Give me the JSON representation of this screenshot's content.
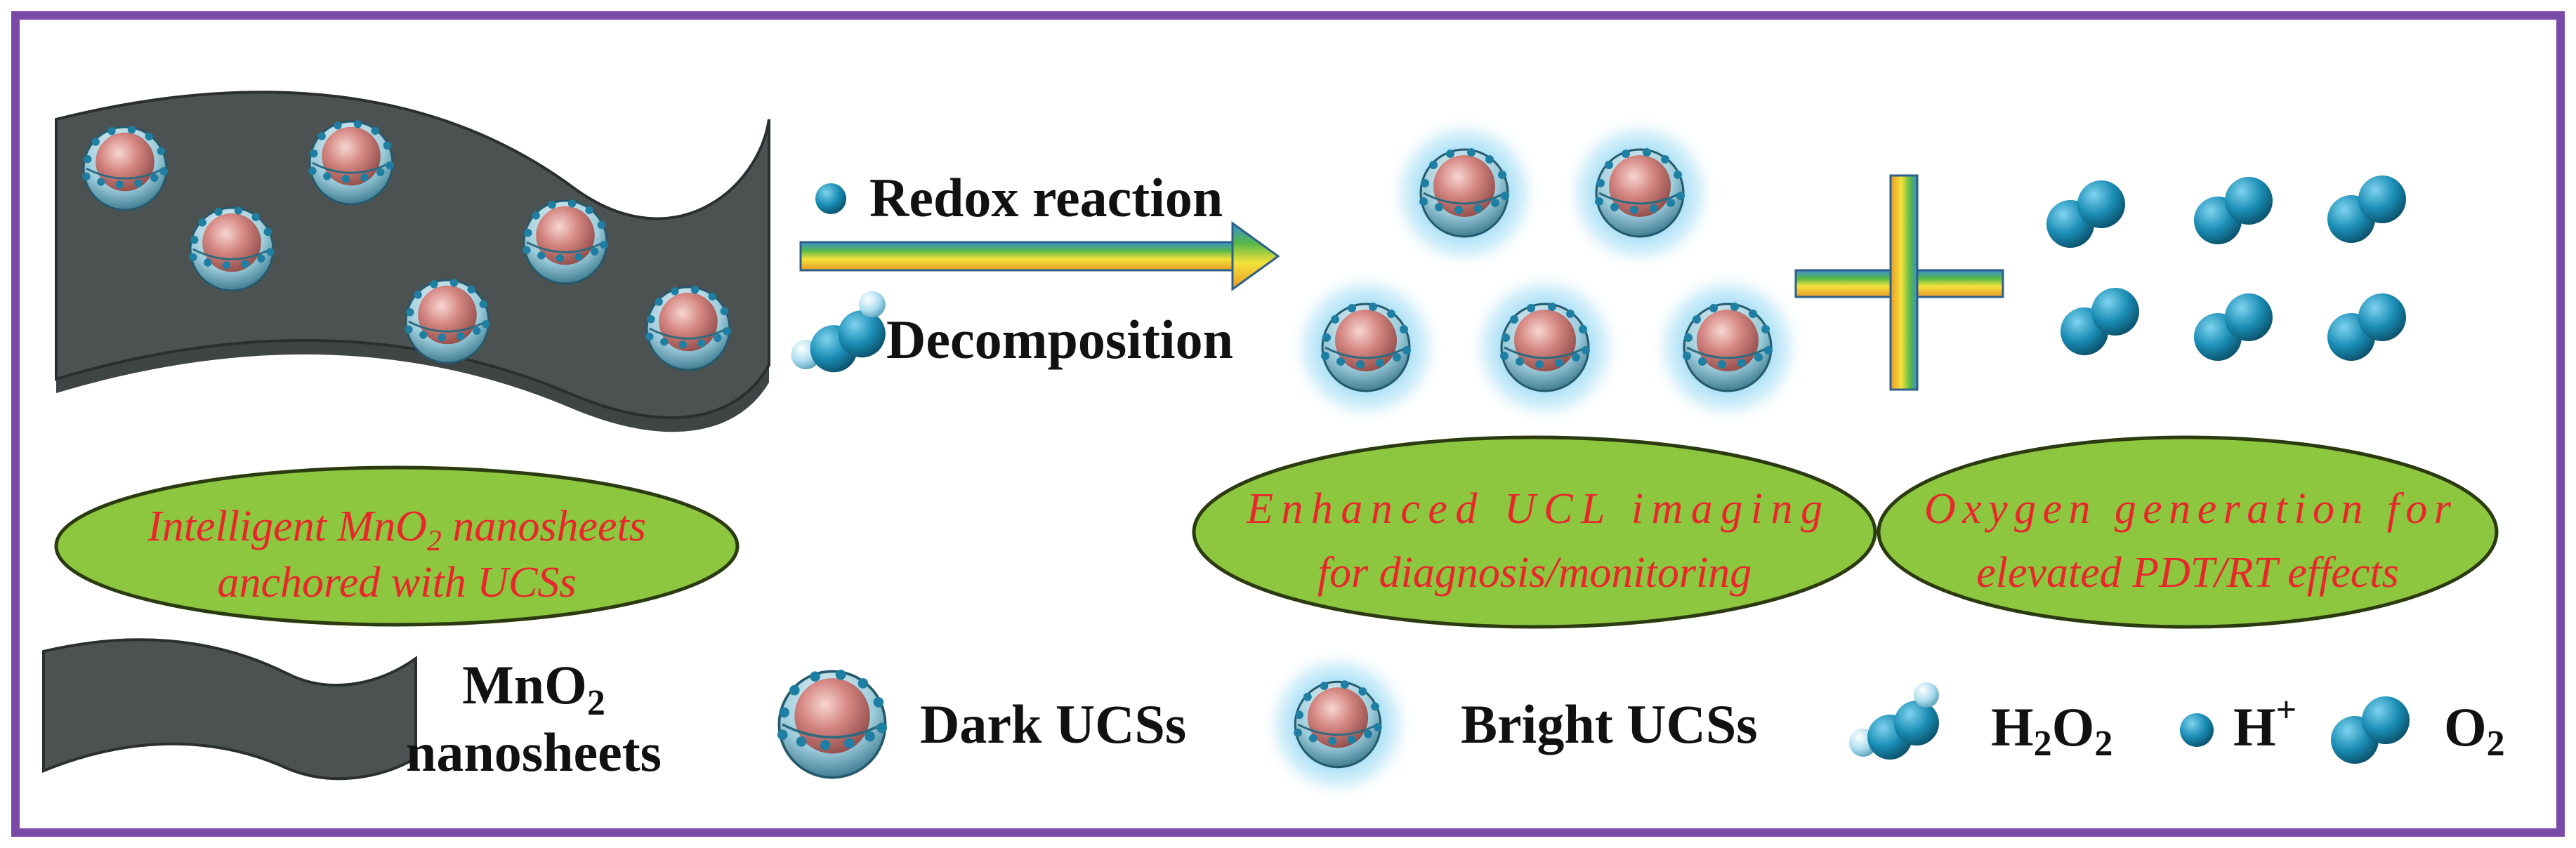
{
  "frame_color": "#7a4aa8",
  "colors": {
    "nanosheet": "#4a4f4f",
    "core": "#c97a76",
    "shell": "#8fc5d6",
    "dot": "#1f7fa3",
    "molecule": "#1a86ad",
    "ellipse_fill": "#8dc63f",
    "ellipse_text": "#e8262c"
  },
  "process": {
    "redox_label": "Redox reaction",
    "decomposition_label": "Decomposition"
  },
  "ellipses": {
    "left": {
      "line1": "Intelligent MnO",
      "sub": "2",
      "line1_rest": " nanosheets",
      "line2": "anchored with UCSs"
    },
    "middle": {
      "line1": "Enhanced UCL imaging",
      "line2": "for diagnosis/monitoring"
    },
    "right": {
      "line1": "Oxygen generation for",
      "line2": "elevated PDT/RT effects"
    }
  },
  "legend": {
    "mno2_main": "MnO",
    "mno2_sub": "2",
    "mno2_line2": "nanosheets",
    "dark_ucs": "Dark UCSs",
    "bright_ucs": "Bright UCSs",
    "h2o2_h": "H",
    "h2o2_sub1": "2",
    "h2o2_o": "O",
    "h2o2_sub2": "2",
    "h_plus_h": "H",
    "h_plus_sup": "+",
    "o2_o": "O",
    "o2_sub": "2"
  },
  "icons": [
    "mno2-nanosheet-icon",
    "dark-ucs-icon",
    "bright-ucs-icon",
    "h2o2-molecule-icon",
    "h-plus-ion-icon",
    "o2-molecule-icon",
    "plus-sign-icon",
    "reaction-arrow-icon"
  ]
}
